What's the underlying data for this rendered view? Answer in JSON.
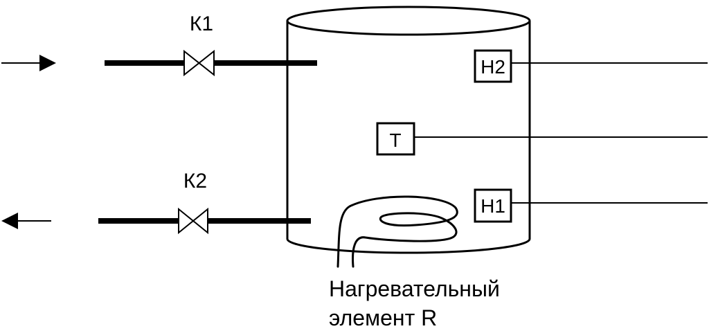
{
  "valves": {
    "k1": {
      "label": "К1"
    },
    "k2": {
      "label": "К2"
    }
  },
  "sensors": {
    "h2": {
      "label": "Н2"
    },
    "t": {
      "label": "Т"
    },
    "h1": {
      "label": "Н1"
    }
  },
  "heater": {
    "caption_line1": "Нагревательный",
    "caption_line2": "элемент R"
  },
  "colors": {
    "stroke": "#000000",
    "background": "#ffffff"
  }
}
